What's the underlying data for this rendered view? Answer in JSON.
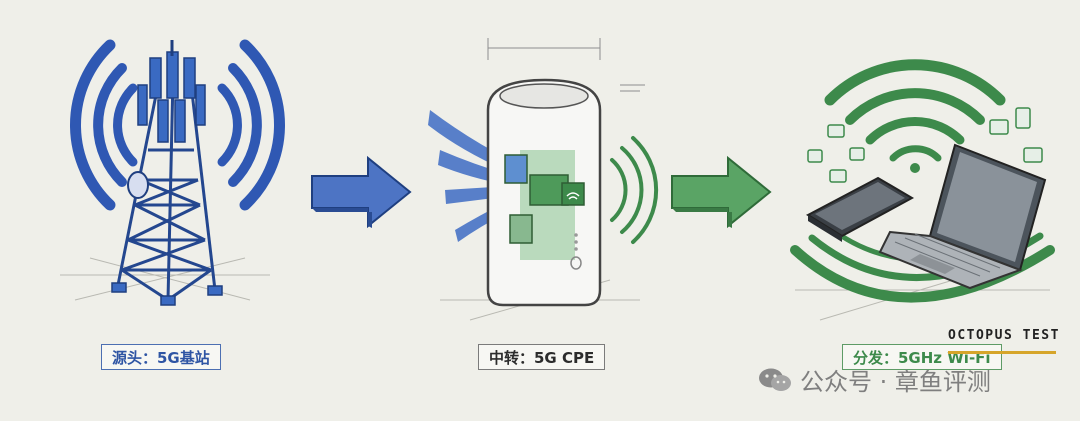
{
  "labels": {
    "source": "源头：5G基站",
    "relay": "中转：5G CPE",
    "distribution": "分发：5GHz Wi-Fi"
  },
  "watermark": {
    "text": "公众号 · 章鱼评测",
    "brand": "OCTOPUS TEST"
  },
  "icons": {
    "tower": "cell-tower-icon",
    "cpe": "cpe-router-icon",
    "wifi": "wifi-icon",
    "laptop": "laptop-icon",
    "phone": "phone-icon",
    "arrow": "arrow-right-icon",
    "wechat": "wechat-icon"
  },
  "colors": {
    "source_blue": "#2f55a4",
    "distribution_green": "#3d8a4b",
    "background": "#efefe9"
  }
}
